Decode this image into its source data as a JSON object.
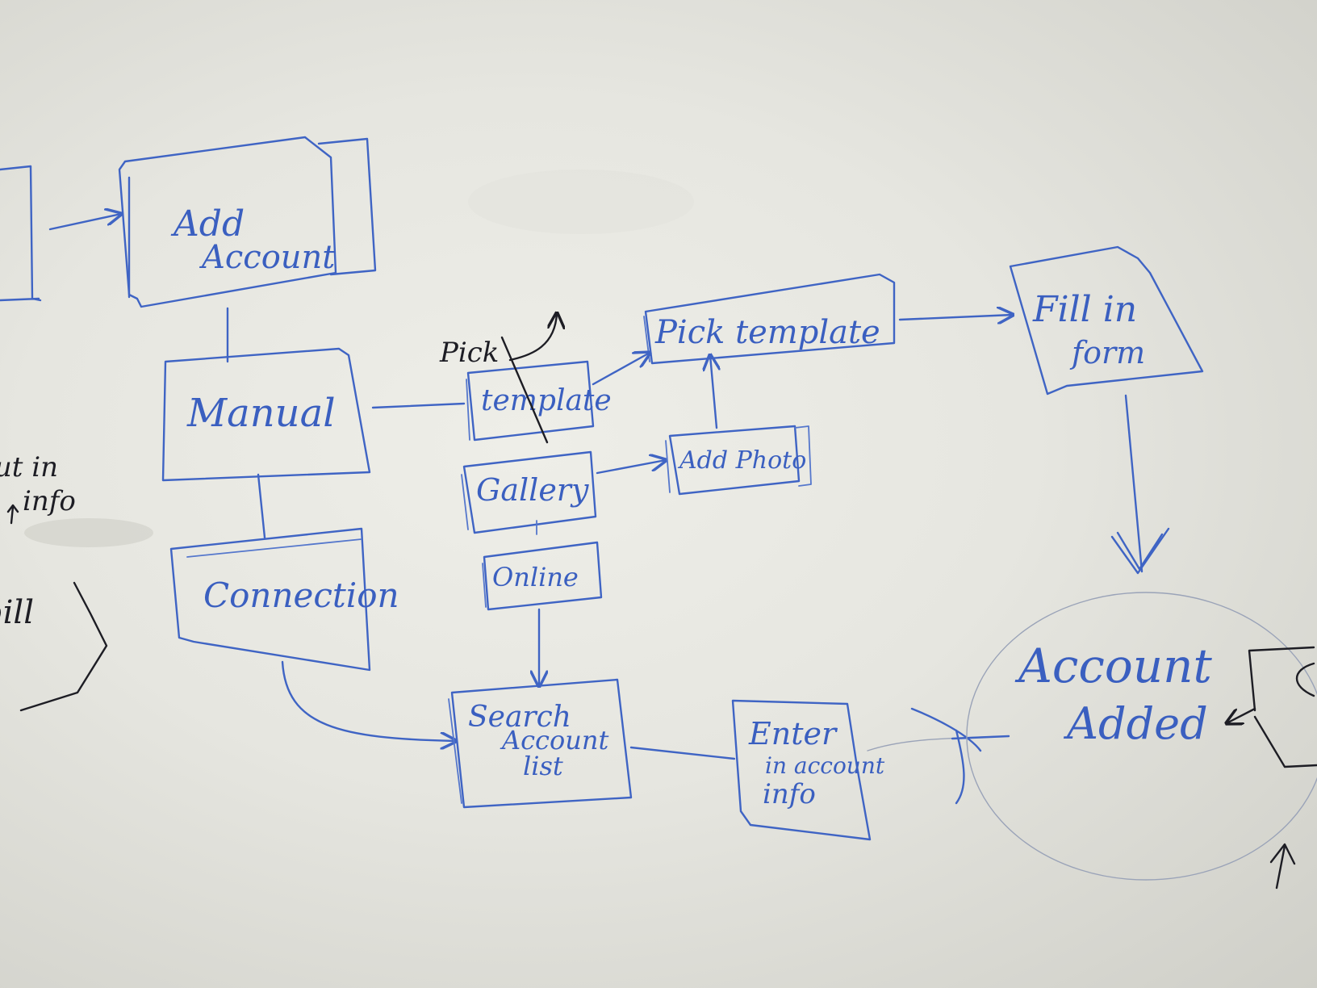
{
  "nodes": {
    "add_account": [
      "Add",
      "Account"
    ],
    "manual": "Manual",
    "connection": "Connection",
    "template": "template",
    "pick_handwritten": "Pick",
    "gallery": "Gallery",
    "online": "Online",
    "pick_template": "Pick template",
    "add_photo": "Add Photo",
    "fill_in_form": [
      "Fill in",
      "form"
    ],
    "search_account_list": [
      "Search",
      "Account",
      "list"
    ],
    "enter_account_info": [
      "Enter",
      "in account",
      "info"
    ],
    "account_added": [
      "Account",
      "Added"
    ]
  },
  "left_notes": {
    "put_in": "Put in",
    "info": "info",
    "bill": "bill"
  },
  "colors": {
    "ink_blue": "#3f64c4",
    "ink_black": "#1d1d24",
    "board": "#e6e6e0"
  }
}
